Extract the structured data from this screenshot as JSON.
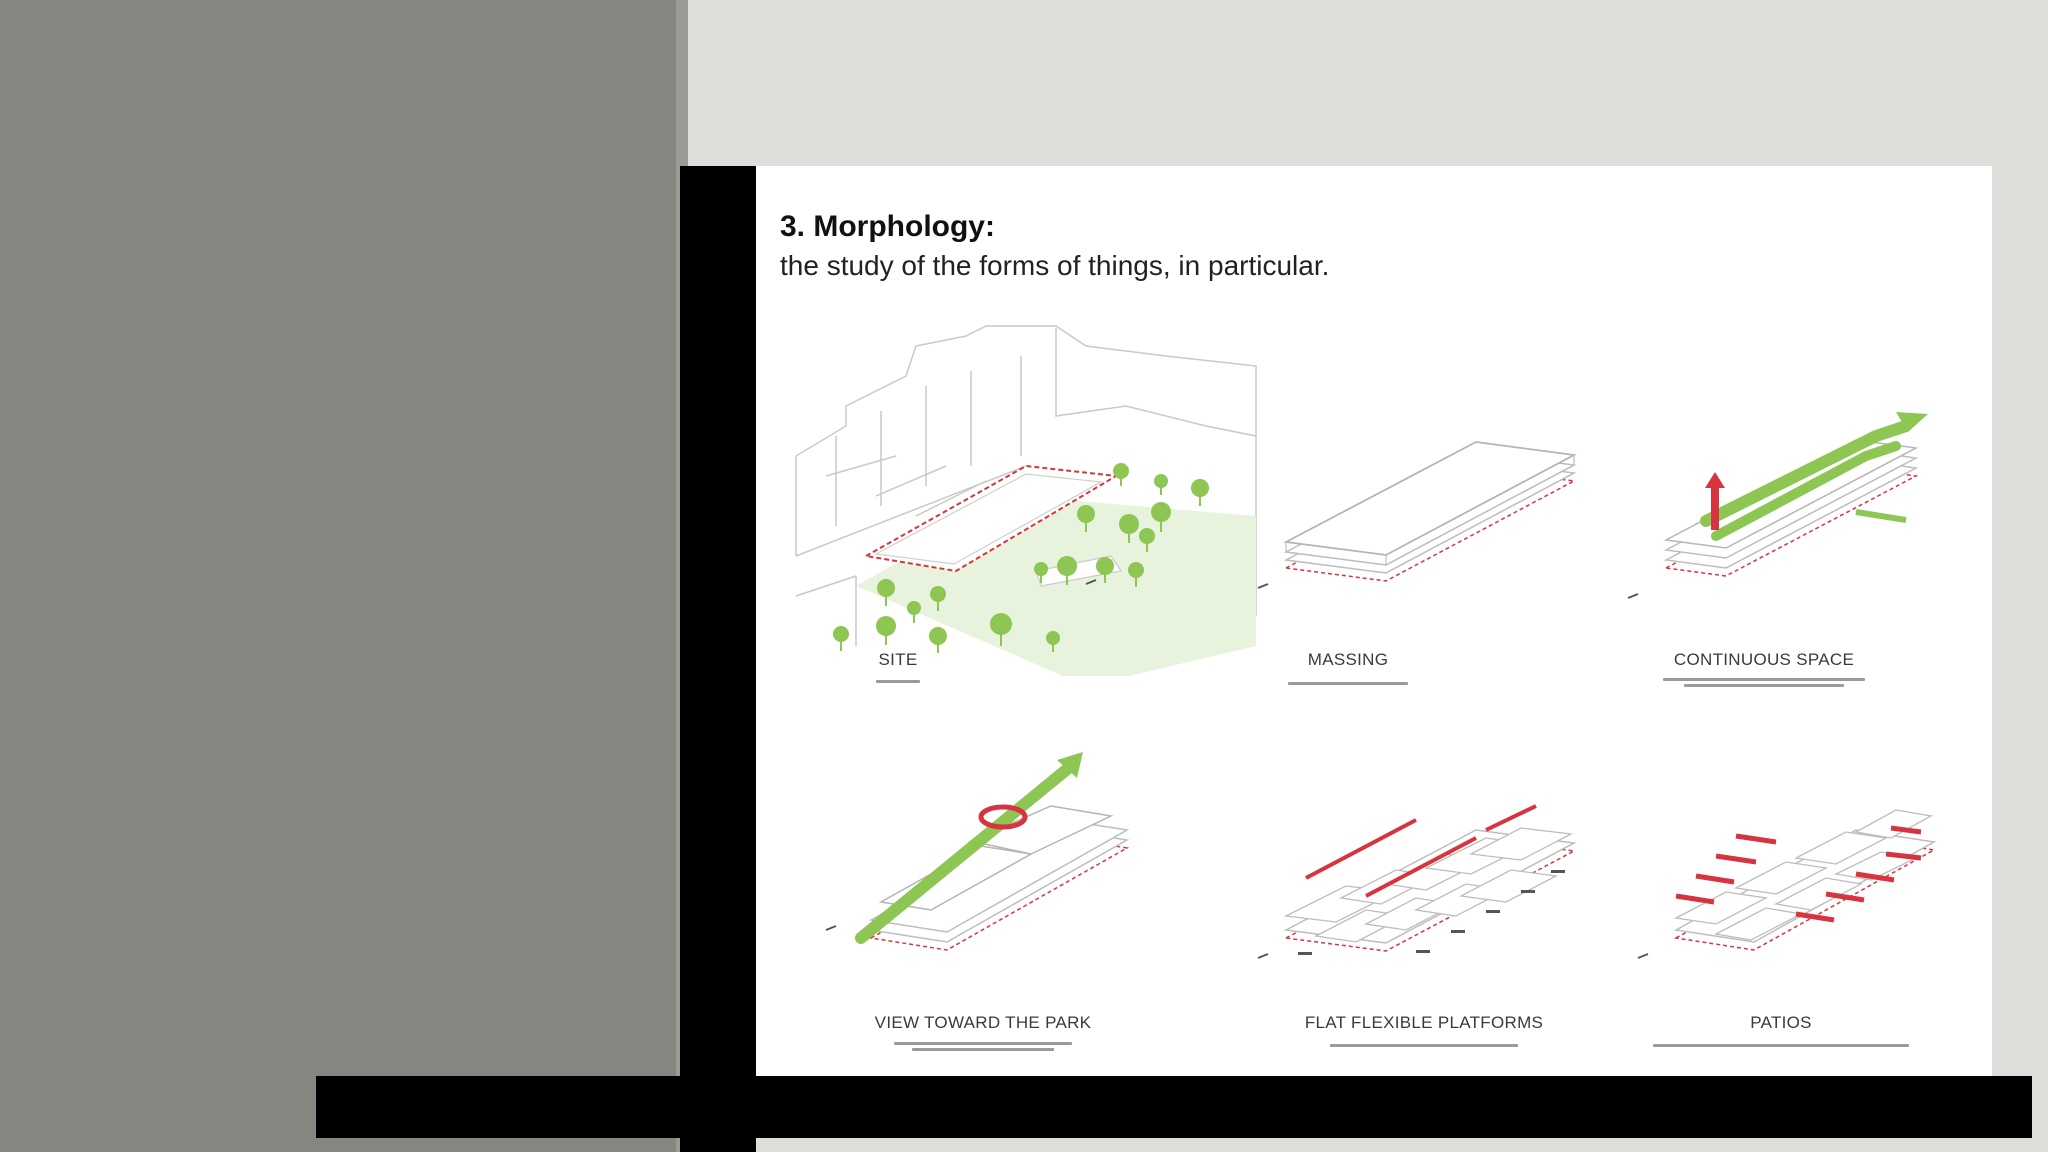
{
  "slide": {
    "title": "3. Morphology:",
    "subtitle": "the study of the forms of things, in particular."
  },
  "panels": [
    {
      "label": "SITE"
    },
    {
      "label": "MASSING"
    },
    {
      "label": "CONTINUOUS SPACE"
    },
    {
      "label": "VIEW TOWARD THE PARK"
    },
    {
      "label": "FLAT FLEXIBLE PLATFORMS"
    },
    {
      "label": "PATIOS"
    }
  ],
  "colors": {
    "accent_green": "#8DC653",
    "accent_red": "#D8343F",
    "line_gray": "#B8B8B8"
  }
}
